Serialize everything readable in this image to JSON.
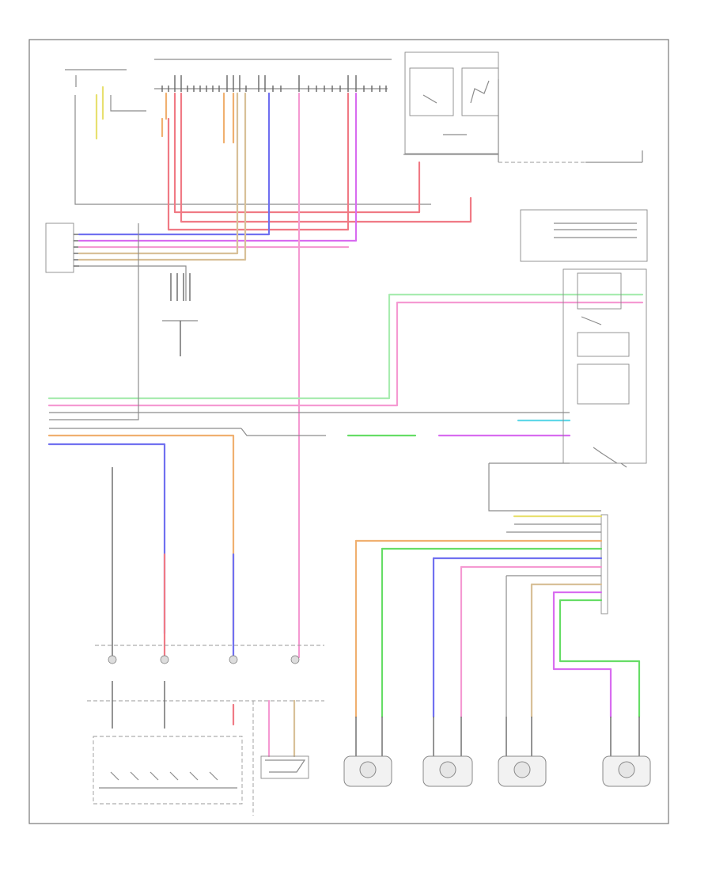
{
  "colors": {
    "red": "#f07a85",
    "pink": "#f59ad2",
    "magenta": "#d86cf0",
    "blue": "#7070f0",
    "green": "#66dd66",
    "lightgreen": "#a8ecb0",
    "orange": "#f0b070",
    "tan": "#d8c098",
    "yellow": "#e8e070",
    "cyan": "#60d8e8",
    "gray": "#8c8c8c",
    "frame": "#777777"
  },
  "icons": [
    "ground-symbol",
    "connector-pin",
    "wheel-speed-sensor",
    "switch-contact",
    "relay-coil"
  ]
}
